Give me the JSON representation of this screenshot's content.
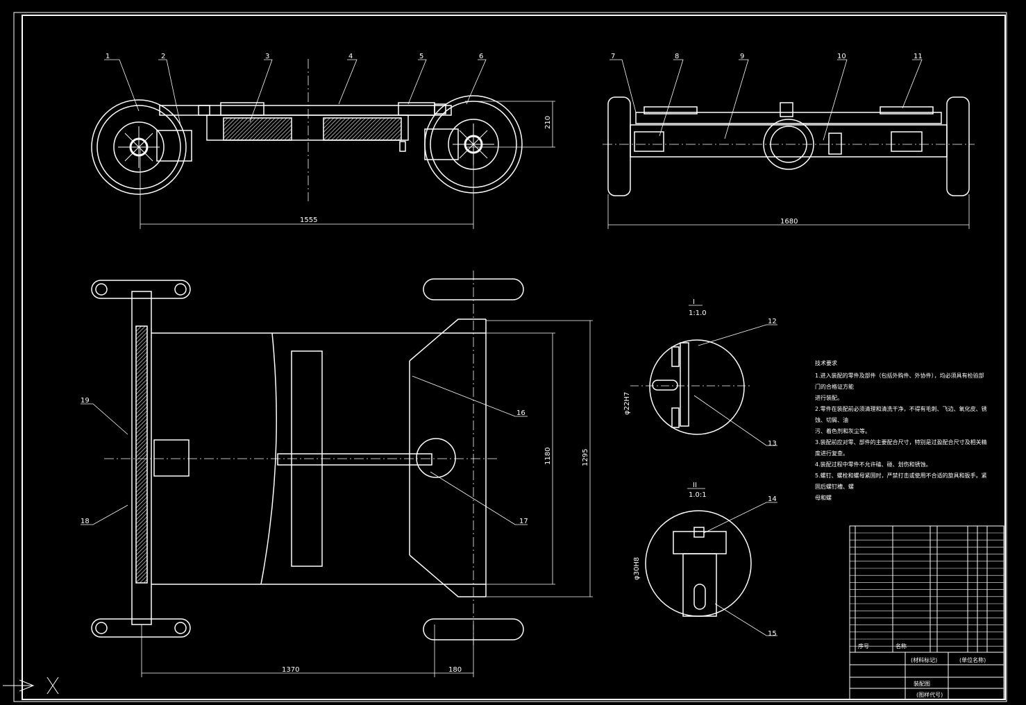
{
  "callouts": [
    "1",
    "2",
    "3",
    "4",
    "5",
    "6",
    "7",
    "8",
    "9",
    "10",
    "11",
    "12",
    "13",
    "14",
    "15",
    "16",
    "17",
    "18",
    "19"
  ],
  "dimensions": {
    "side_length": "1555",
    "side_height": "210",
    "front_width": "1680",
    "plan_inner_width": "1180",
    "plan_outer_width": "1295",
    "plan_length": "1370",
    "plan_offset": "180",
    "detail_i_dia": "φ22H7",
    "detail_ii_dia": "φ30H8"
  },
  "detail_labels": {
    "i_name": "I",
    "i_scale": "1:1.0",
    "ii_name": "II",
    "ii_scale": "1.0:1"
  },
  "notes": {
    "title": "技术要求",
    "lines": [
      "1.进入装配的零件及部件（包括外购件、外协件），均必须具有检验部门的合格证方能",
      "进行装配。",
      "2.零件在装配前必须清理和清洗干净，不得有毛刺、飞边、氧化皮、锈蚀、切屑、油",
      "污、着色剂和灰尘等。",
      "3.装配前应对零、部件的主要配合尺寸，特别是过盈配合尺寸及相关精度进行复查。",
      "4.装配过程中零件不允许磕、碰、划伤和锈蚀。",
      "5.螺钉、螺栓和螺母紧固时，严禁打击或使用不合适的旋具和扳手。紧固后螺钉槽、螺",
      "母和螺"
    ]
  },
  "title_block": {
    "material": "(材料标记)",
    "unit": "(单位名称)",
    "drawing_name": "装配图",
    "drawing_no": "(图样代号)",
    "header_seq": "序号",
    "header_name": "名称"
  },
  "colors": {
    "line": "#ffffff",
    "background": "#000000"
  }
}
